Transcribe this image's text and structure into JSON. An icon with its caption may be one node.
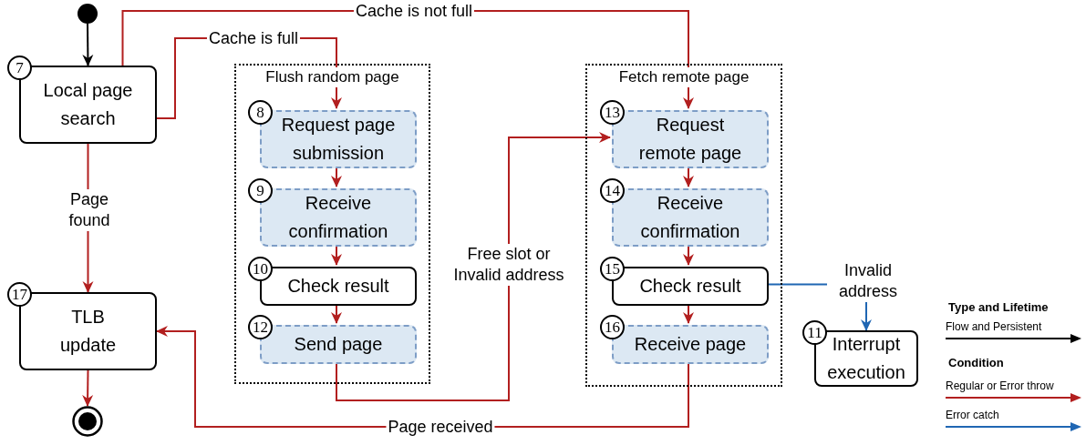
{
  "diagram": {
    "nodes": [
      {
        "text": [],
        "shape": "circle"
      },
      {
        "text": [
          "7",
          "Local page search"
        ]
      },
      {
        "text": [
          "Flush random page"
        ]
      },
      {
        "text": [
          "8",
          "Request page submission"
        ],
        "in": 2
      },
      {
        "text": [
          "9",
          "Receive confirmation"
        ],
        "in": 2
      },
      {
        "text": [
          "10",
          "Check result"
        ],
        "in": 2
      },
      {
        "text": [
          "12",
          "Send page"
        ],
        "in": 2
      },
      {
        "text": [
          "Fetch remote page"
        ]
      },
      {
        "text": [
          "13",
          "Request remote page"
        ],
        "in": 7
      },
      {
        "text": [
          "14",
          "Receive confirmation"
        ],
        "in": 7
      },
      {
        "text": [
          "15",
          "Check result"
        ],
        "in": 7
      },
      {
        "text": [
          "16",
          "Receive page"
        ],
        "in": 7
      },
      {
        "text": [
          "11",
          "Interrupt execution"
        ]
      },
      {
        "text": [
          "17",
          "TLB update"
        ]
      },
      {
        "text": [],
        "shape": "circle"
      }
    ],
    "edges": [
      {
        "from": 0,
        "to": 1,
        "arrow": "to",
        "color": "#000000"
      },
      {
        "from": 1,
        "to": 8,
        "arrow": "to",
        "label": "Cache is not full"
      },
      {
        "from": 1,
        "to": 3,
        "arrow": "to",
        "label": "Cache is full"
      },
      {
        "from": 3,
        "to": 4,
        "arrow": "to"
      },
      {
        "from": 4,
        "to": 5,
        "arrow": "to"
      },
      {
        "from": 5,
        "to": 6,
        "arrow": "to"
      },
      {
        "from": 6,
        "to": 8,
        "arrow": "to",
        "label": "Free slot or Invalid address"
      },
      {
        "from": 8,
        "to": 9,
        "arrow": "to"
      },
      {
        "from": 9,
        "to": 10,
        "arrow": "to"
      },
      {
        "from": 10,
        "to": 11,
        "arrow": "to"
      },
      {
        "from": 10,
        "to": 12,
        "arrow": "to",
        "label": "Invalid address",
        "color": "#1f66b3"
      },
      {
        "from": 1,
        "to": 13,
        "arrow": "to",
        "label": "Page found"
      },
      {
        "from": 11,
        "to": 13,
        "arrow": "to",
        "label": "Page received"
      },
      {
        "from": 13,
        "to": 14,
        "arrow": "to"
      }
    ],
    "labels": [
      "Type and Lifetime",
      "Condition"
    ],
    "legend": [
      {
        "text": "Flow and Persistent"
      },
      {
        "text": "Regular or Error throw"
      },
      {
        "text": "Error catch"
      }
    ]
  }
}
